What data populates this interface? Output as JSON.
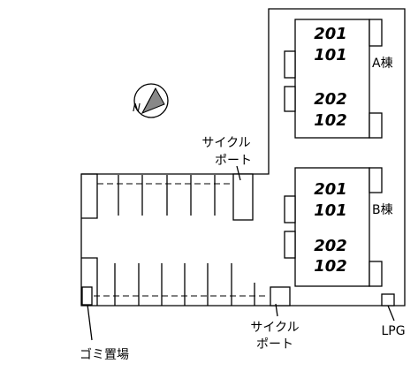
{
  "buildings": [
    {
      "name": "A棟",
      "rooms_upper": [
        "201",
        "101"
      ],
      "rooms_lower": [
        "202",
        "102"
      ]
    },
    {
      "name": "B棟",
      "rooms_upper": [
        "201",
        "101"
      ],
      "rooms_lower": [
        "202",
        "102"
      ]
    }
  ],
  "labels": {
    "cycle_port_top_line1": "サイクル",
    "cycle_port_top_line2": "ポート",
    "cycle_port_bottom_line1": "サイクル",
    "cycle_port_bottom_line2": "ポート",
    "garbage": "ゴミ置場",
    "lpg": "LPG"
  },
  "icons": {
    "compass": "north-compass-icon"
  }
}
